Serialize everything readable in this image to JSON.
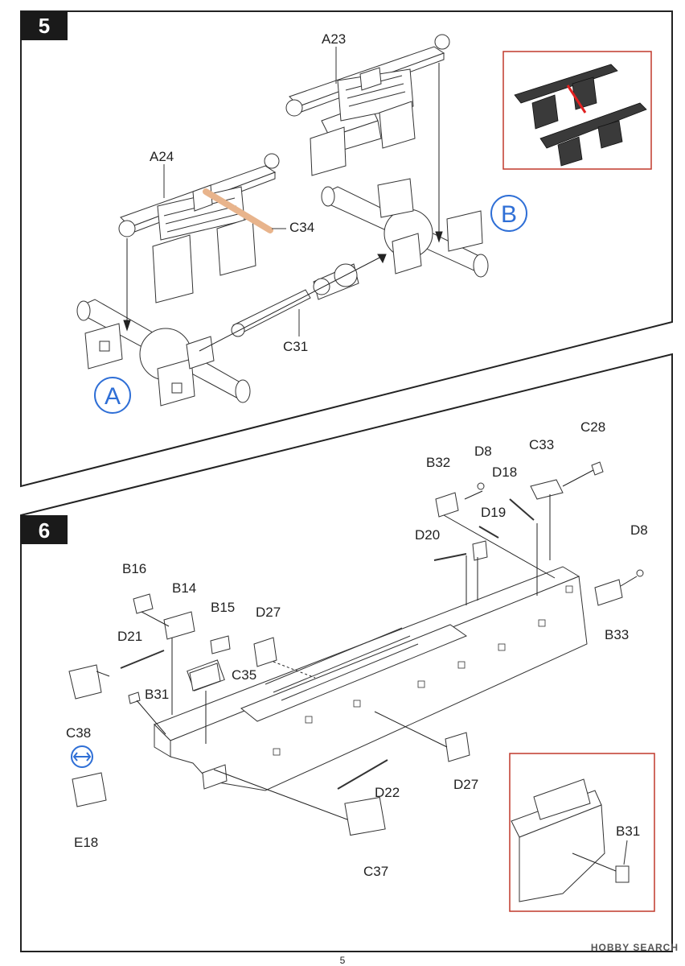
{
  "steps": [
    {
      "number": "5",
      "callout_a": "A",
      "callout_b": "B",
      "labels": [
        "A23",
        "A24",
        "C34",
        "C31"
      ]
    },
    {
      "number": "6",
      "labels": [
        "C28",
        "B32",
        "D8",
        "C33",
        "D18",
        "D19",
        "D20",
        "D8",
        "B33",
        "B16",
        "B14",
        "B15",
        "D27",
        "D21",
        "C35",
        "B31",
        "C38",
        "E18",
        "D22",
        "D27",
        "C37",
        "B31"
      ]
    }
  ],
  "page_number": "5",
  "watermark": "HOBBY SEARCH",
  "colors": {
    "step_badge": "#1a1a1a",
    "callout_blue": "#2f6fd6",
    "inset_border": "#c0392b",
    "highlight_part": "#e8b48c",
    "highlight_red": "#e02020"
  }
}
